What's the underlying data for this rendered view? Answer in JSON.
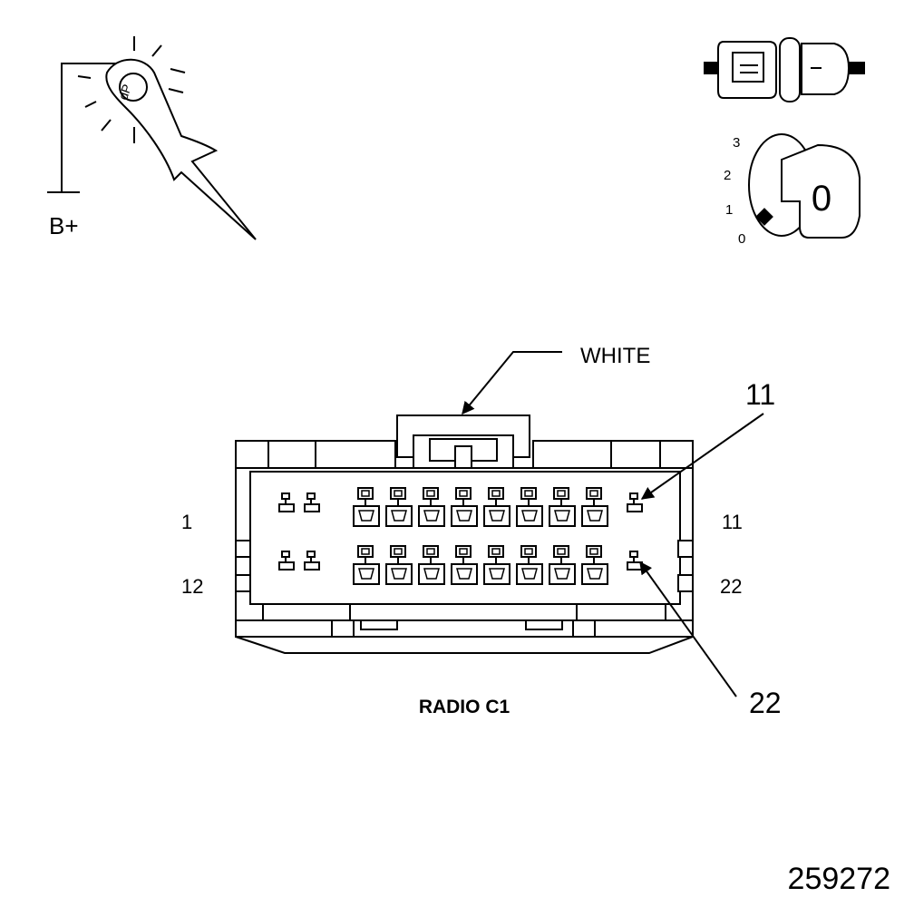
{
  "probe": {
    "supply_label": "B+",
    "probe_text": "dP"
  },
  "ignition": {
    "positions": [
      "3",
      "2",
      "1",
      "0"
    ],
    "key_text": "0"
  },
  "connector": {
    "housing_color_label": "WHITE",
    "name": "RADIO C1",
    "pin_labels": {
      "top_left": "1",
      "bottom_left": "12",
      "top_right": "11",
      "bottom_right": "22"
    },
    "callouts": [
      "11",
      "22"
    ],
    "rows": 2,
    "small_terminals_per_row": 2,
    "large_terminals_per_row": 8,
    "end_terminals_per_row": 1
  },
  "figure_number": "259272"
}
